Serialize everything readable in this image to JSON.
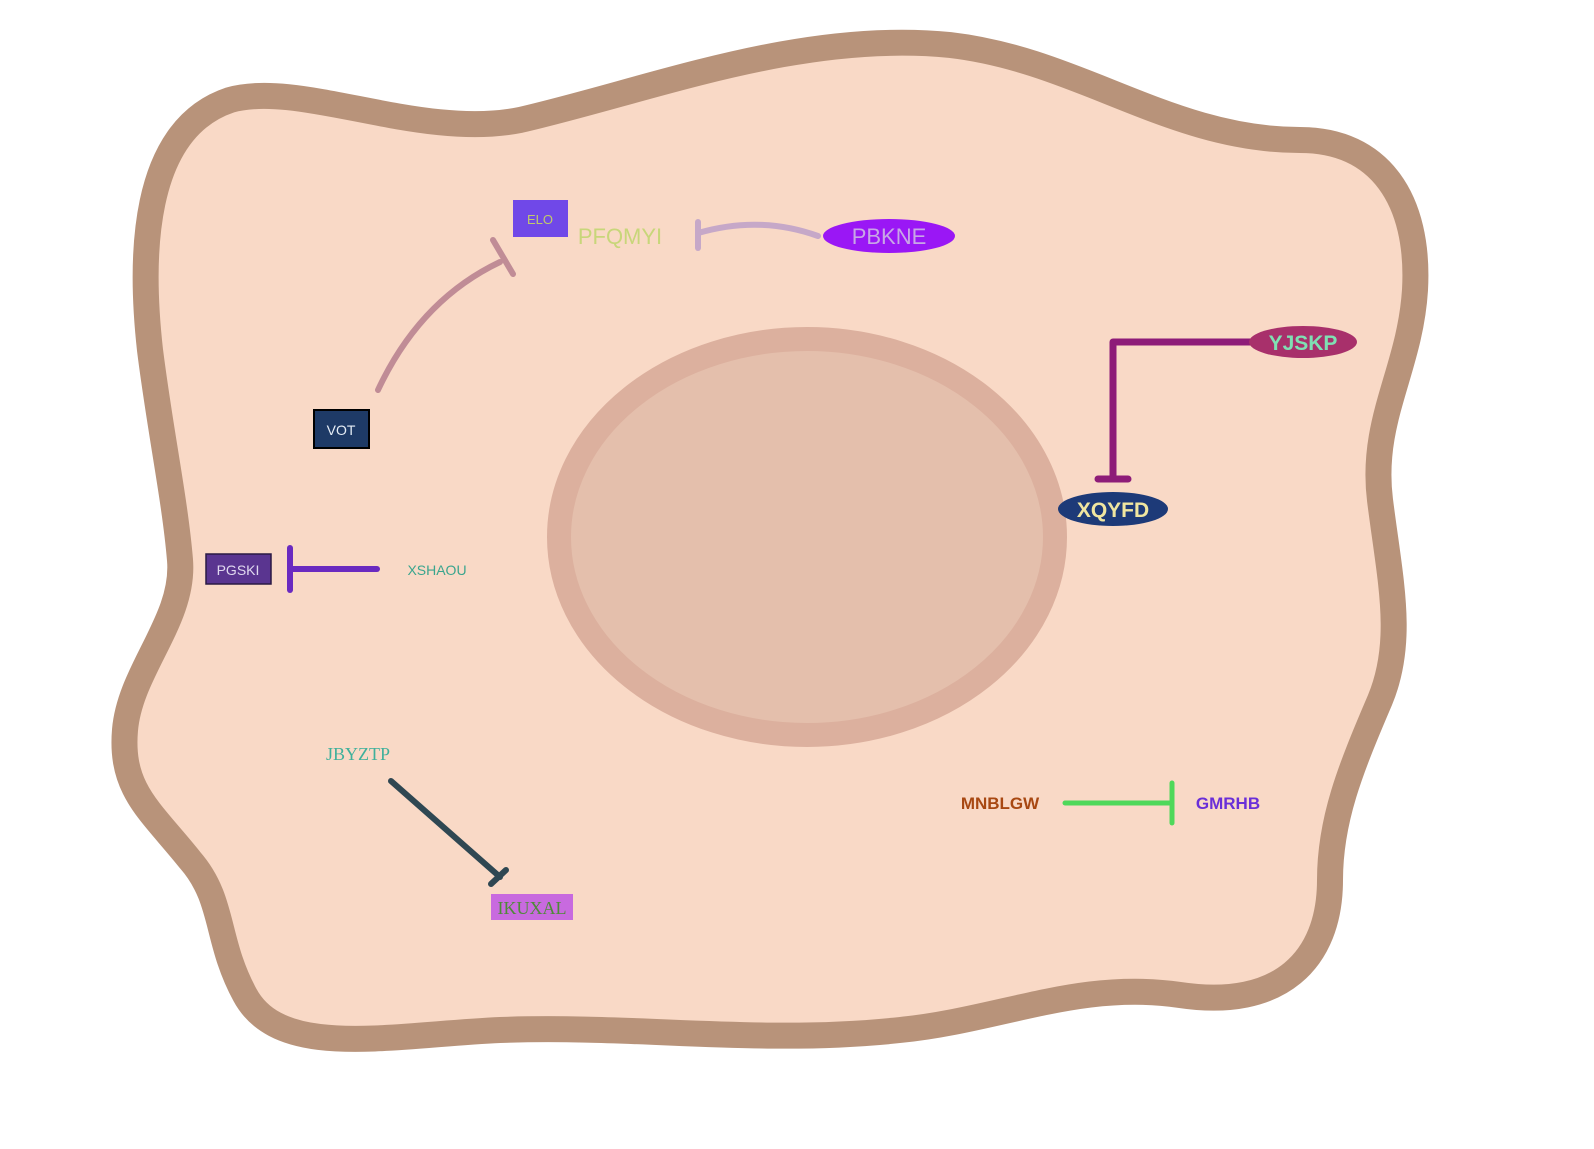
{
  "nodes": {
    "elo": {
      "label": "ELO",
      "fill": "#7048e8",
      "text_color": "#c0ca6a"
    },
    "pfqmyi": {
      "label": "PFQMYI",
      "text_color": "#c8d67a"
    },
    "pbkne": {
      "label": "PBKNE",
      "fill": "#9a17f5",
      "text_color": "#c8a6e6"
    },
    "vot": {
      "label": "VOT",
      "fill": "#1e3a66",
      "text_color": "#e7eef6"
    },
    "yjskp": {
      "label": "YJSKP",
      "fill": "#a8306b",
      "text_color": "#7fe0b3"
    },
    "xqyfd": {
      "label": "XQYFD",
      "fill": "#1d3a78",
      "text_color": "#f0e6a0"
    },
    "pgski": {
      "label": "PGSKI",
      "fill": "#5a3590",
      "text_color": "#e0d8ef"
    },
    "xshaou": {
      "label": "XSHAOU",
      "text_color": "#3aa58e"
    },
    "jbyztp": {
      "label": "JBYZTP",
      "text_color": "#3fb09b"
    },
    "ikuxal": {
      "label": "IKUXAL",
      "fill": "#c86adf",
      "text_color": "#4f8a38"
    },
    "mnblgw": {
      "label": "MNBLGW",
      "text_color": "#a84812"
    },
    "gmrhb": {
      "label": "GMRHB",
      "text_color": "#6a2fd8"
    }
  },
  "edges": [
    {
      "from": "VOT",
      "to": "ELO",
      "type": "inhibition",
      "color": "#c08c96"
    },
    {
      "from": "PBKNE",
      "to": "PFQMYI",
      "type": "inhibition",
      "color": "#c6a8c8"
    },
    {
      "from": "YJSKP",
      "to": "XQYFD",
      "type": "inhibition",
      "color": "#8e1c78"
    },
    {
      "from": "XSHAOU",
      "to": "PGSKI",
      "type": "inhibition",
      "color": "#6a2ac0"
    },
    {
      "from": "JBYZTP",
      "to": "IKUXAL",
      "type": "inhibition",
      "color": "#2f4752"
    },
    {
      "from": "MNBLGW",
      "to": "GMRHB",
      "type": "inhibition",
      "color": "#4fd85a"
    }
  ],
  "colors": {
    "cell_membrane": "#b8937a",
    "cytoplasm": "#f9d9c6",
    "nucleus_envelope": "#dcb09e",
    "nucleoplasm": "#e4bfac"
  }
}
